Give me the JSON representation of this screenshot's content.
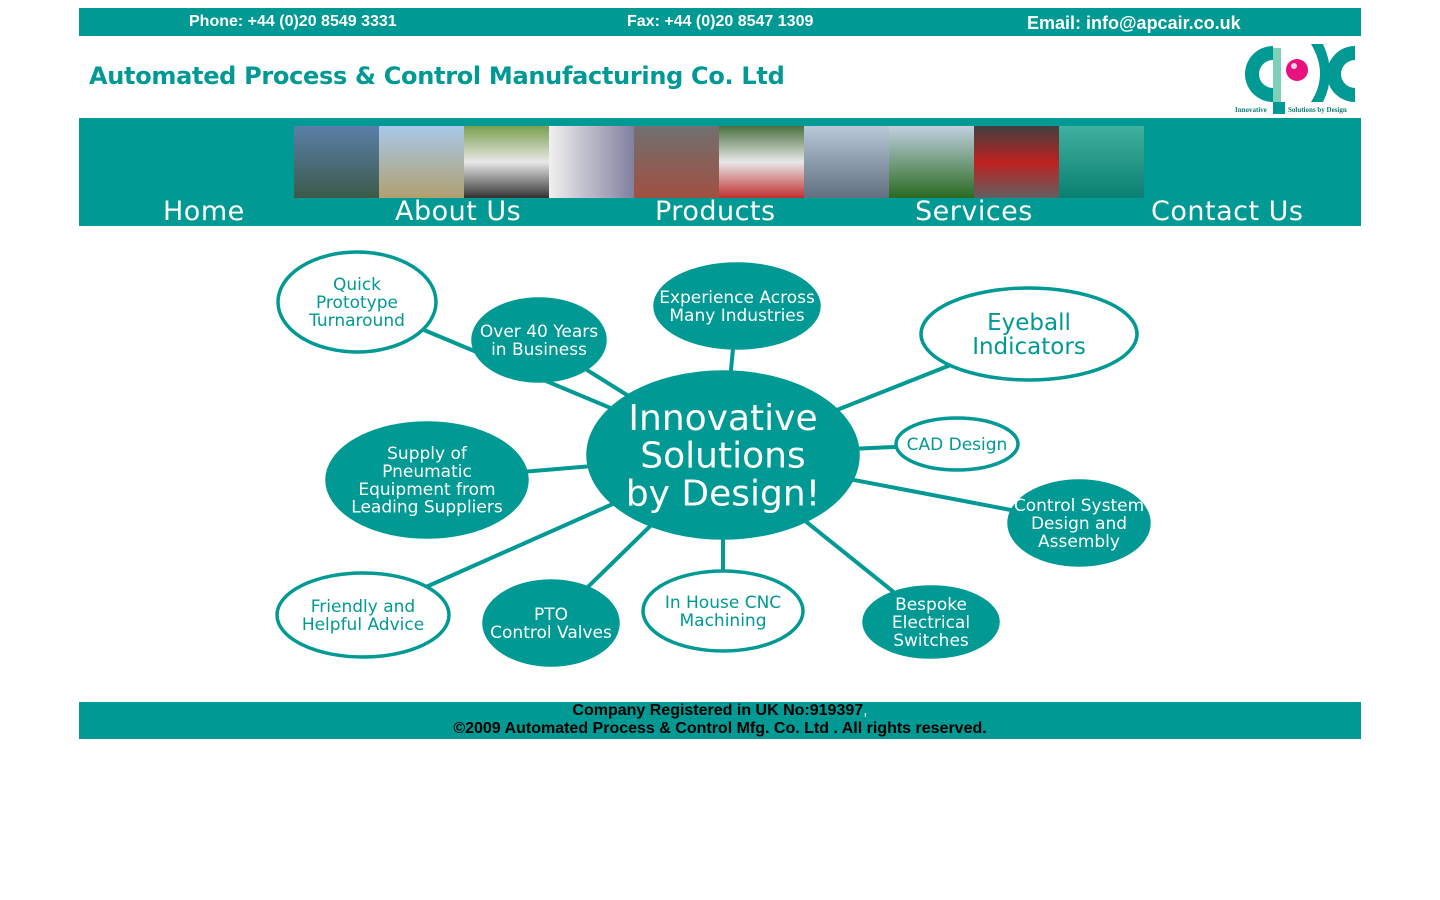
{
  "topbar": {
    "phone": "Phone: +44 (0)20 8549 3331",
    "fax": "Fax: +44 (0)20 8547 1309",
    "email": "Email: info@apcair.co.uk"
  },
  "header": {
    "company_name": "Automated Process & Control Manufacturing Co. Ltd",
    "logo": {
      "letters": "APC",
      "tagline_left": "Innovative",
      "tagline_right": "Solutions by Design"
    }
  },
  "nav": {
    "items": [
      {
        "label": "Home"
      },
      {
        "label": "About Us"
      },
      {
        "label": "Products"
      },
      {
        "label": "Services"
      },
      {
        "label": "Contact Us"
      }
    ]
  },
  "colors": {
    "brand": "#009993",
    "logo_ball": "#e8127e",
    "light_teal": "#7fd0b8"
  },
  "diagram": {
    "hub": [
      "Innovative",
      "Solutions",
      "by Design!"
    ],
    "bubbles": [
      {
        "lines": [
          "Quick",
          "Prototype",
          "Turnaround"
        ]
      },
      {
        "lines": [
          "Over 40 Years",
          "in Business"
        ]
      },
      {
        "lines": [
          "Experience Across",
          "Many Industries"
        ]
      },
      {
        "lines": [
          "Eyeball",
          "Indicators"
        ]
      },
      {
        "lines": [
          "CAD Design"
        ]
      },
      {
        "lines": [
          "Control System",
          "Design and",
          "Assembly"
        ]
      },
      {
        "lines": [
          "Bespoke",
          "Electrical",
          "Switches"
        ]
      },
      {
        "lines": [
          "In House CNC",
          "Machining"
        ]
      },
      {
        "lines": [
          "PTO",
          "Control Valves"
        ]
      },
      {
        "lines": [
          "Friendly and",
          "Helpful Advice"
        ]
      },
      {
        "lines": [
          "Supply of",
          "Pneumatic",
          "Equipment from",
          "Leading Suppliers"
        ]
      }
    ]
  },
  "footer": {
    "line1": "Company Registered in UK No:919397",
    "line1_suffix": ",",
    "line2": "©2009 Automated Process & Control Mfg. Co. Ltd . All rights reserved."
  }
}
